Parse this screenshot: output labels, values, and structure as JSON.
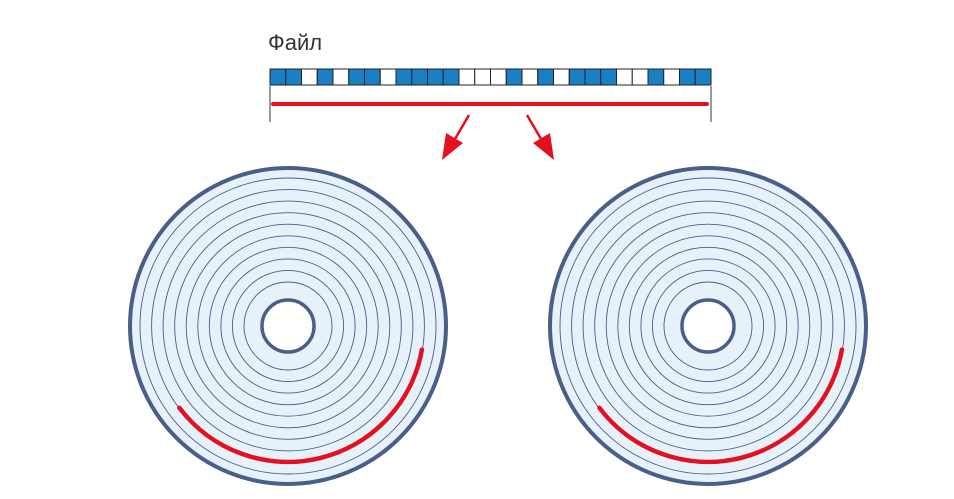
{
  "file": {
    "label": "Файл",
    "blocks": [
      1,
      1,
      0,
      1,
      0,
      1,
      1,
      0,
      1,
      1,
      1,
      1,
      0,
      0,
      0,
      1,
      0,
      1,
      0,
      1,
      1,
      1,
      0,
      0,
      1,
      0,
      1,
      1
    ]
  },
  "disks": [
    {
      "name": "left",
      "tracks": 10
    },
    {
      "name": "right",
      "tracks": 10
    }
  ],
  "colors": {
    "block_filled": "#1a7fc4",
    "block_empty": "#ffffff",
    "block_border": "#222222",
    "span_line": "#e3101f",
    "arrow": "#e3101f",
    "disk_fill": "#e6f1fa",
    "disk_outline": "#4a5e8a",
    "track": "#4a5e8a",
    "bracket": "#555555"
  }
}
